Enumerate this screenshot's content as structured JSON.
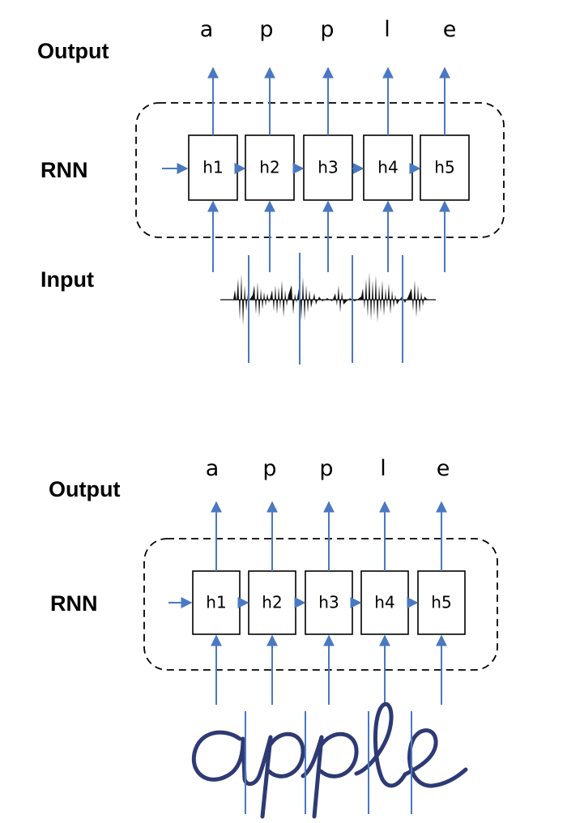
{
  "diagram_top": {
    "label_output": "Output",
    "label_rnn": "RNN",
    "label_input": "Input",
    "outputs": [
      "a",
      "p",
      "p",
      "l",
      "e"
    ],
    "cells": [
      "h1",
      "h2",
      "h3",
      "h4",
      "h5"
    ],
    "input_kind": "speech-waveform"
  },
  "diagram_bottom": {
    "label_output": "Output",
    "label_rnn": "RNN",
    "outputs": [
      "a",
      "p",
      "p",
      "l",
      "e"
    ],
    "cells": [
      "h1",
      "h2",
      "h3",
      "h4",
      "h5"
    ],
    "input_kind": "handwritten-word",
    "handwriting_text": "apple"
  },
  "colors": {
    "arrow": "#4a78c2",
    "handwriting": "#2e3a74"
  }
}
